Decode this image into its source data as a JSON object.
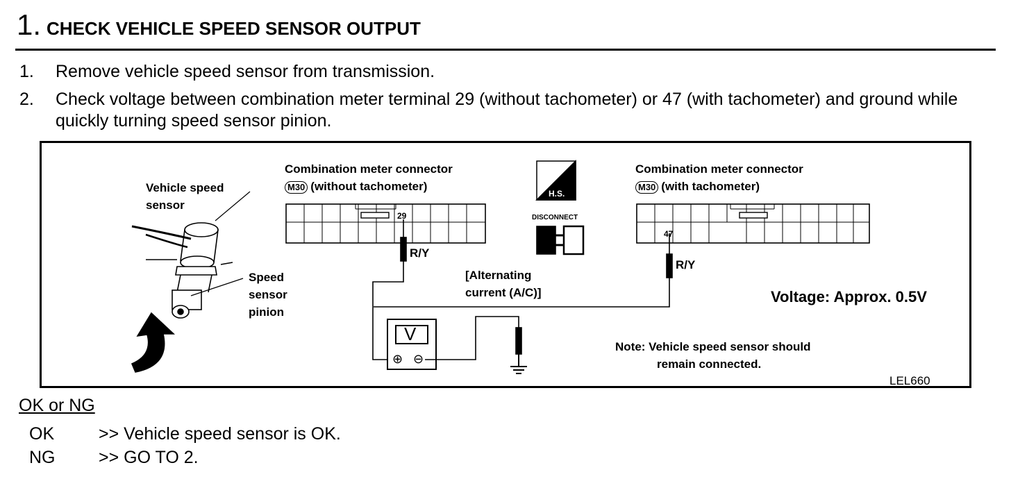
{
  "heading": {
    "number": "1.",
    "title": "CHECK VEHICLE SPEED SENSOR OUTPUT"
  },
  "steps": [
    {
      "num": "1.",
      "text": "Remove vehicle speed sensor from transmission."
    },
    {
      "num": "2.",
      "text": "Check voltage between combination meter terminal 29 (without tachometer) or 47 (with tachometer) and ground while quickly turning speed sensor pinion."
    }
  ],
  "figure": {
    "sensor_label_1": "Vehicle speed",
    "sensor_label_2": "sensor",
    "pinion_label_1": "Speed",
    "pinion_label_2": "sensor",
    "pinion_label_3": "pinion",
    "conn1_title": "Combination meter connector",
    "conn1_code": "M30",
    "conn1_sub": "(without tachometer)",
    "conn1_terminal": "29",
    "conn1_wire": "R/Y",
    "conn2_title": "Combination meter connector",
    "conn2_code": "M30",
    "conn2_sub": "(with tachometer)",
    "conn2_terminal": "47",
    "conn2_wire": "R/Y",
    "hs_label": "H.S.",
    "disconnect_label": "DISCONNECT",
    "ac_label_1": "[Alternating",
    "ac_label_2": "current (A/C)]",
    "meter_symbol": "V",
    "plus_symbol": "⊕",
    "minus_symbol": "⊖",
    "voltage_label": "Voltage:  Approx. 0.5V",
    "note_1": "Note:  Vehicle speed sensor should",
    "note_2": "remain connected.",
    "figure_code": "LEL660"
  },
  "okng": {
    "title": "OK or NG",
    "items": [
      {
        "key": "OK",
        "text": ">> Vehicle speed sensor is OK."
      },
      {
        "key": "NG",
        "text": ">> GO TO 2."
      }
    ]
  }
}
